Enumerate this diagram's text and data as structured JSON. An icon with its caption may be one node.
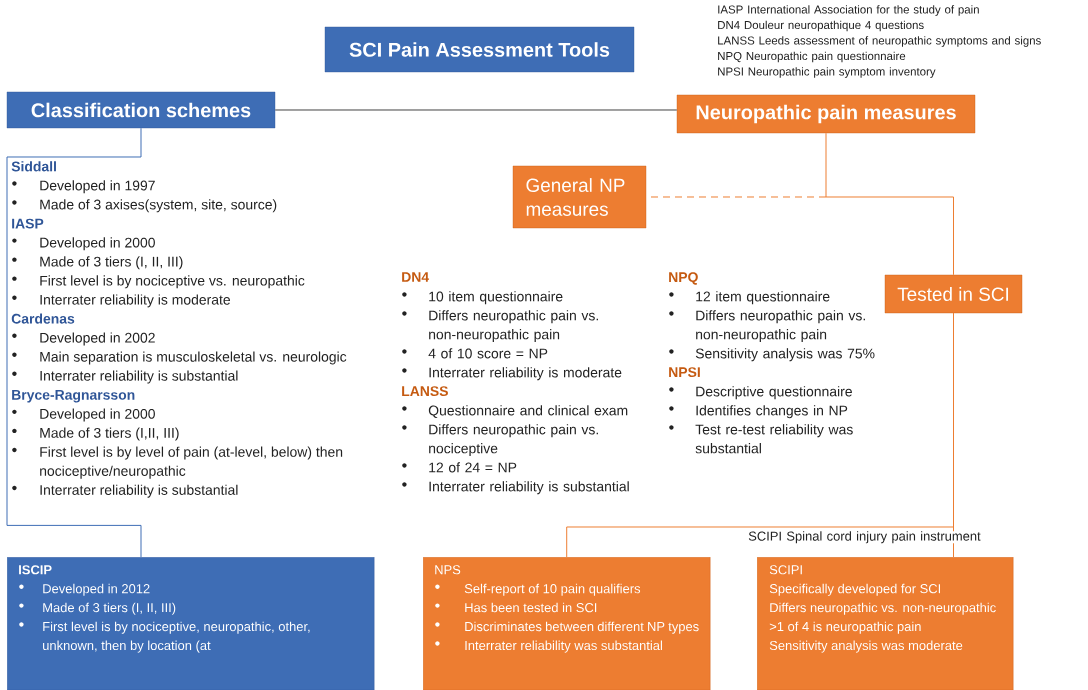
{
  "diagram": {
    "title": "SCI Pain Assessment Tools",
    "nodes": [
      {
        "text": [
          "Classification schemes"
        ]
      },
      {
        "text": [
          "Neuropathic pain measures"
        ]
      },
      {
        "text": [
          "General NP measures"
        ]
      },
      {
        "text": [
          "Tested in SCI"
        ]
      },
      {
        "text": [
          "Siddall",
          "Developed in 1997",
          "Made of 3 axises(system, site, source)",
          "IASP",
          "Developed in 2000",
          "Made of 3 tiers (I, II, III)",
          "First level is by nociceptive vs. neuropathic",
          "Interrater reliability is moderate",
          "Cardenas",
          "Developed in 2002",
          "Main separation is musculoskeletal vs. neurologic",
          "Interrater reliability is substantial",
          "Bryce-Ragnarsson",
          "Developed in 2000",
          "Made of 3 tiers (I,II, III)",
          "First level is by level of pain (at-level, below) then nociceptive/neuropathic",
          "Interrater reliability is substantial"
        ]
      },
      {
        "text": [
          "ISCIP",
          "Developed in 2012",
          "Made of 3 tiers (I, II, III)",
          "First level is by nociceptive, neuropathic, other, unknown, then by location (at"
        ]
      },
      {
        "text": [
          "NPS",
          "Self-report of 10 pain qualifiers",
          "Has been tested in SCI",
          "Discriminates between different NP types",
          "Interrater reliability was substantial"
        ]
      },
      {
        "text": [
          "SCIPI",
          "Specifically developed for SCI",
          "Differs neuropathic vs. non-neuropathic",
          ">1 of 4 is neuropathic pain",
          "Sensitivity analysis was moderate"
        ]
      }
    ],
    "edges": [
      {
        "from": 0,
        "to": 1,
        "arrow": "none",
        "color": "#404040"
      },
      {
        "from": 0,
        "to": 4,
        "arrow": "none",
        "color": "#3e6db5"
      },
      {
        "from": 4,
        "to": 5,
        "arrow": "none",
        "color": "#3e6db5"
      },
      {
        "from": 1,
        "to": 2,
        "arrow": "none",
        "style": "dashed"
      },
      {
        "from": 1,
        "to": 3,
        "arrow": "none"
      },
      {
        "from": 3,
        "to": 6,
        "arrow": "none"
      },
      {
        "from": 3,
        "to": 7,
        "arrow": "none"
      }
    ],
    "labels": [
      "IASP International Association for the study of pain",
      "DN4 Douleur neuropathique 4 questions",
      "LANSS Leeds assessment of neuropathic symptoms and signs",
      "NPQ Neuropathic pain questionnaire",
      "NPSI Neuropathic pain symptom inventory",
      "DN4",
      "10 item questionnaire",
      "Differs neuropathic pain vs. non-neuropathic pain",
      "4 of 10 score = NP",
      "Interrater reliability is moderate",
      "LANSS",
      "Questionnaire and clinical exam",
      "Differs neuropathic pain vs. nociceptive",
      "12 of 24 = NP",
      "Interrater reliability is substantial",
      "NPQ",
      "12 item questionnaire",
      "Differs neuropathic pain vs. non-neuropathic pain",
      "Sensitivity analysis was 75%",
      "NPSI",
      "Descriptive questionnaire",
      "Identifies changes in NP",
      "Test re-test reliability was substantial",
      "SCIPI Spinal cord injury pain instrument"
    ]
  }
}
